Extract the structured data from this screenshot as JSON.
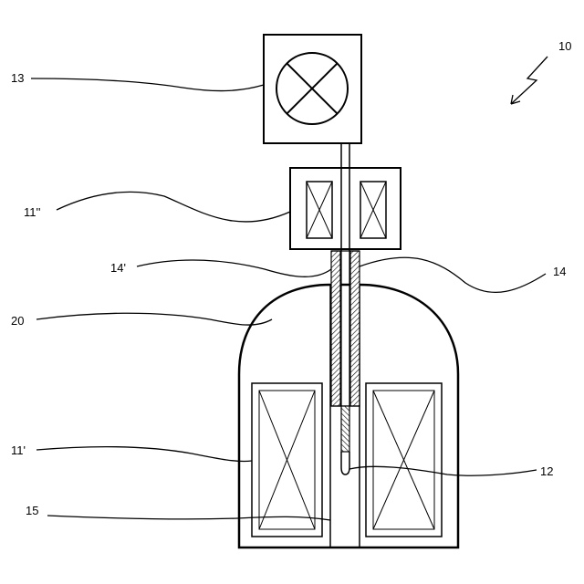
{
  "figure": {
    "labels": {
      "device": "10",
      "coil_top": "11''",
      "coil_bottom": "11'",
      "probe": "12",
      "lamp": "13",
      "tube": "14",
      "tube_upper": "14'",
      "channel": "15",
      "housing": "20"
    },
    "lamp_symbol_icon": "crossed-circle-icon",
    "colors": {
      "line": "#000000",
      "background": "#ffffff"
    }
  }
}
